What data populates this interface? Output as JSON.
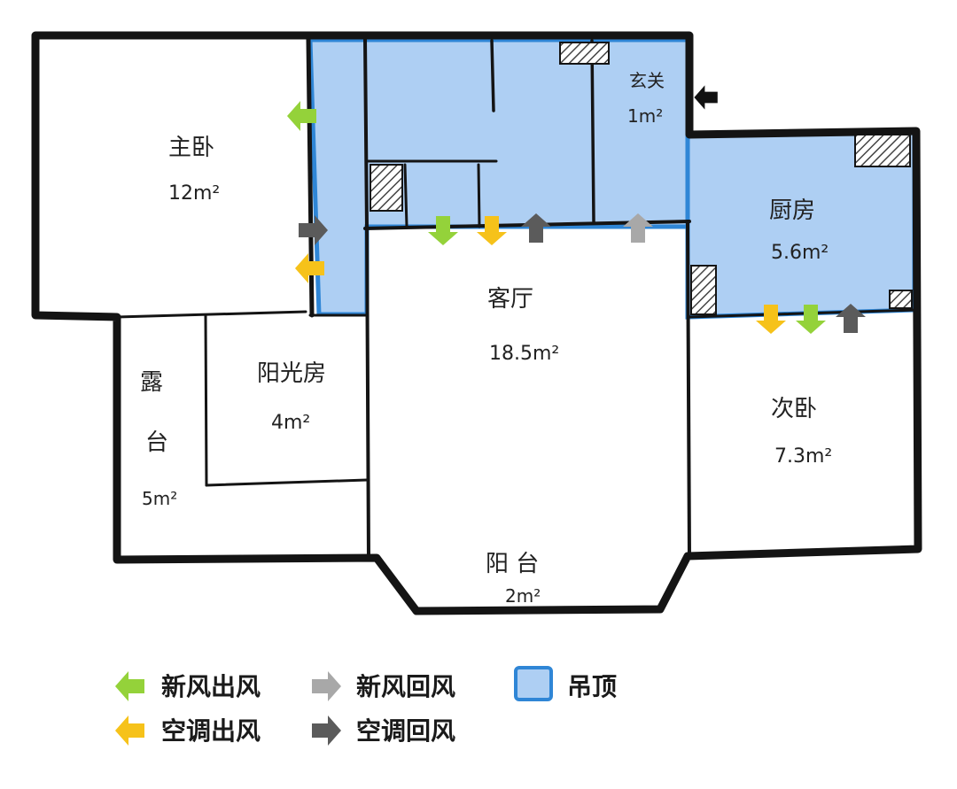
{
  "colors": {
    "ceiling_fill": "#aecff3",
    "ceiling_stroke": "#2f86d6",
    "wall": "#141414",
    "fresh_supply": "#94d23a",
    "fresh_return": "#a8a8a8",
    "ac_supply": "#f6c21a",
    "ac_return": "#5b5b5b",
    "hatch": "#444444"
  },
  "rooms": {
    "master_bedroom": {
      "name": "主卧",
      "area": "12m²"
    },
    "entrance": {
      "name": "玄关",
      "area": "1m²"
    },
    "kitchen": {
      "name": "厨房",
      "area": "5.6m²"
    },
    "living_room": {
      "name": "客厅",
      "area": "18.5m²"
    },
    "sunroom": {
      "name": "阳光房",
      "area": "4m²"
    },
    "terrace": {
      "name_line1": "露",
      "name_line2": "台",
      "area": "5m²"
    },
    "second_bedroom": {
      "name": "次卧",
      "area": "7.3m²"
    },
    "balcony": {
      "name": "阳 台",
      "area": "2m²"
    }
  },
  "legend": {
    "fresh_supply": "新风出风",
    "fresh_return": "新风回风",
    "ceiling": "吊顶",
    "ac_supply": "空调出风",
    "ac_return": "空调回风"
  },
  "icons": {
    "entry_arrow": "black-arrow-left-icon"
  }
}
